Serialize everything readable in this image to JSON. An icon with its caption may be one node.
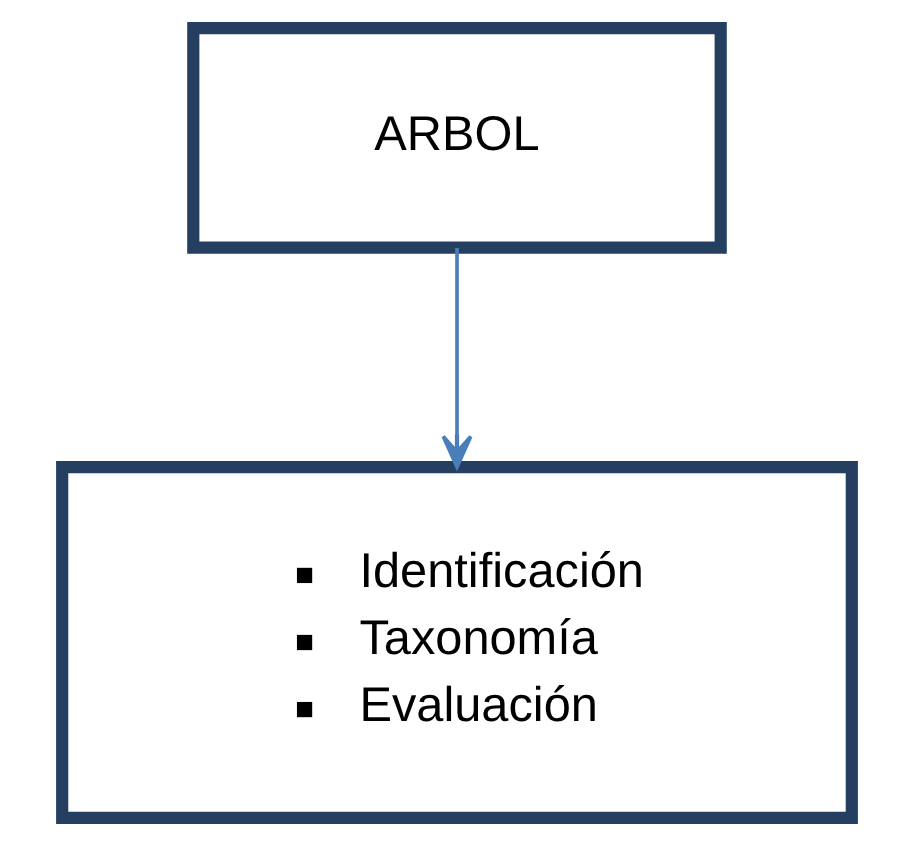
{
  "diagram": {
    "nodes": [
      {
        "text": [
          "ARBOL"
        ]
      },
      {
        "text": [
          "Identificación",
          "Taxonomía",
          "Evaluación"
        ]
      }
    ],
    "edges": [
      {
        "from": 0,
        "to": 1,
        "arrow": "to"
      }
    ]
  }
}
